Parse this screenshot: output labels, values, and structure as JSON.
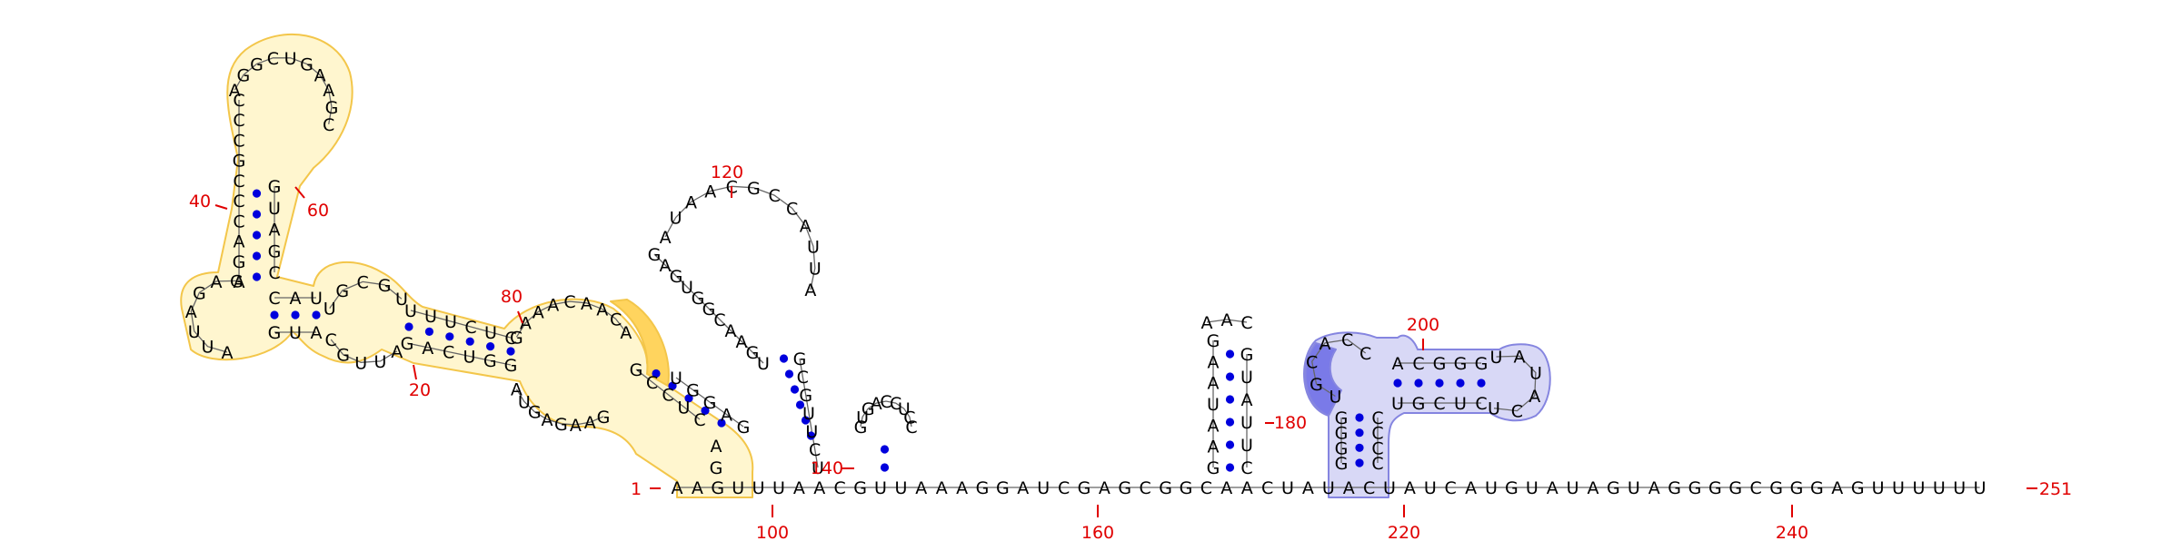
{
  "colors": {
    "nucleotide": "#000000",
    "number": "#e00000",
    "pair_dot": "#0000dd",
    "yellow_fill": "#fff6cf",
    "yellow_stroke": "#f3c64a",
    "yellow_strong": "#ffd45e",
    "blue_fill": "#d8d8f6",
    "blue_stroke": "#8585e0",
    "blue_strong": "#7a7ae8"
  },
  "number_labels": [
    "1",
    "20",
    "40",
    "60",
    "80",
    "100",
    "120",
    "140",
    "160",
    "180",
    "200",
    "220",
    "240",
    "251"
  ],
  "nucleotides": {
    "hairpin_upper_5p": [
      "A",
      "G",
      "A",
      "C",
      "C",
      "C",
      "G",
      "C",
      "C",
      "C"
    ],
    "hairpin_loop": [
      "A",
      "G",
      "G",
      "C",
      "U",
      "G",
      "A",
      "A",
      "G",
      "C"
    ],
    "hairpin_upper_3p": [
      "G",
      "U",
      "A",
      "G",
      "C"
    ],
    "left_loop": [
      "G",
      "A",
      "G",
      "A",
      "U",
      "U",
      "A"
    ],
    "inner_pair_top": [
      "C",
      "A",
      "U"
    ],
    "inner_pair_bottom": [
      "G",
      "U",
      "A"
    ],
    "mid_loop_top": [
      "U",
      "G",
      "C",
      "G",
      "U"
    ],
    "mid_loop_bottom": [
      "C",
      "G",
      "U",
      "U",
      "A"
    ],
    "stem2_top": [
      "U",
      "U",
      "U",
      "C",
      "U",
      "C"
    ],
    "stem2_bottom": [
      "G",
      "A",
      "C",
      "U",
      "G",
      "G"
    ],
    "big_loop_top": [
      "G",
      "A",
      "A",
      "A",
      "C",
      "A",
      "A",
      "C",
      "A"
    ],
    "big_loop_bottom": [
      "A",
      "U",
      "G",
      "A",
      "G",
      "A",
      "A",
      "G"
    ],
    "stem3_5p": [
      "C",
      "U",
      "C",
      "C",
      "G"
    ],
    "stem3_3p": [
      "G",
      "A",
      "G",
      "G",
      "U"
    ],
    "stem_tail": [
      "G",
      "A"
    ],
    "stem120_5p": [
      "G",
      "A",
      "G",
      "U",
      "G",
      "G",
      "C",
      "A",
      "A",
      "G",
      "U"
    ],
    "loop120": [
      "A",
      "U",
      "A",
      "A",
      "C",
      "G",
      "C",
      "C",
      "A",
      "U",
      "U",
      "A"
    ],
    "stem120_3p": [
      "G",
      "C",
      "G",
      "U",
      "U",
      "C",
      "U"
    ],
    "small_hairpin": [
      "G",
      "U",
      "G",
      "A",
      "C",
      "C",
      "U",
      "C",
      "C"
    ],
    "tall_hairpin_5p": [
      "G",
      "A",
      "A",
      "U",
      "A",
      "A",
      "G"
    ],
    "tall_hairpin_loop": [
      "A",
      "A",
      "C"
    ],
    "tall_hairpin_3p": [
      "G",
      "U",
      "A",
      "U",
      "U",
      "C"
    ],
    "blue_stem_5p": [
      "G",
      "G",
      "G",
      "G",
      "U",
      "G",
      "C",
      "A",
      "C",
      "C"
    ],
    "blue_top": [
      "A",
      "C",
      "G",
      "G",
      "G"
    ],
    "blue_loop": [
      "U",
      "A",
      "U",
      "A",
      "C",
      "U"
    ],
    "blue_bottom": [
      "U",
      "G",
      "C",
      "U",
      "C"
    ],
    "blue_stem_3p": [
      "C",
      "C",
      "C",
      "C"
    ],
    "baseline": [
      "A",
      "A",
      "G",
      "U",
      "U",
      "U",
      "A",
      "A",
      "C",
      "G",
      "U",
      "U",
      "A",
      "A",
      "A",
      "G",
      "G",
      "A",
      "U",
      "C",
      "G",
      "A",
      "G",
      "C",
      "G",
      "G",
      "C",
      "A",
      "A",
      "C",
      "U",
      "A",
      "U",
      "A",
      "C",
      "U",
      "A",
      "U",
      "C",
      "A",
      "U",
      "G",
      "U",
      "A",
      "U",
      "A",
      "G",
      "U",
      "A",
      "G",
      "G",
      "G",
      "G",
      "C",
      "G",
      "G",
      "G",
      "A",
      "G",
      "U",
      "U",
      "U",
      "U",
      "U",
      "U"
    ]
  }
}
